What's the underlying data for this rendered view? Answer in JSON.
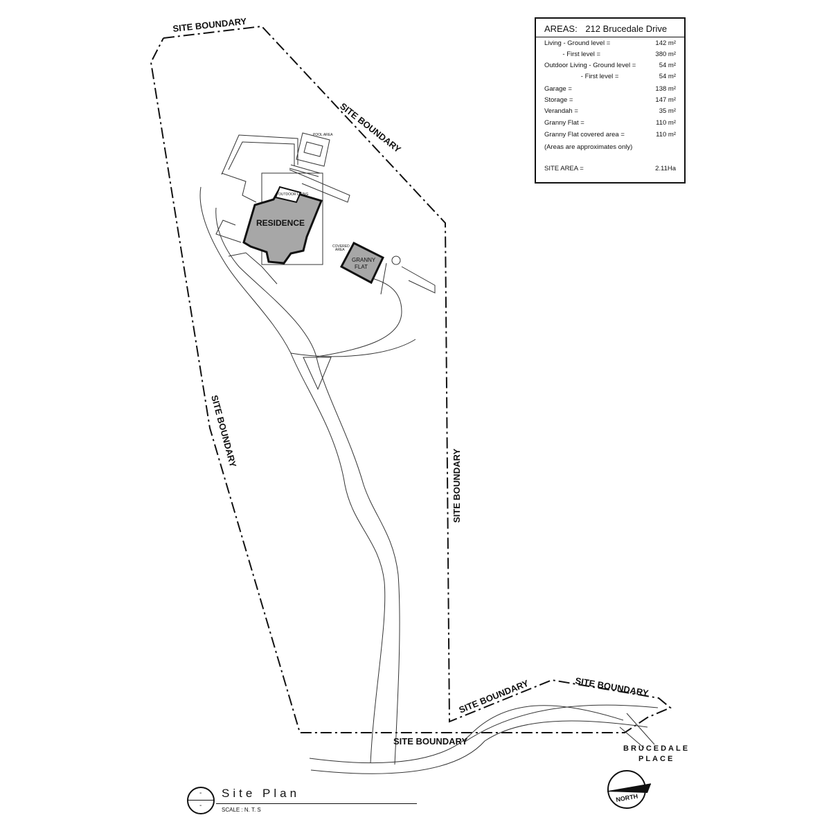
{
  "plan": {
    "boundary_label": "SITE BOUNDARY",
    "residence": "RESIDENCE",
    "outdoor_living": "OUTDOOR LIVING",
    "pool_area": "POOL AREA",
    "granny_flat": [
      "GRANNY",
      "FLAT"
    ],
    "covered_area": [
      "COVERED",
      "AREA"
    ],
    "street": [
      "BRUCEDALE",
      "PLACE"
    ],
    "north": "NORTH"
  },
  "areas_table": {
    "heading": "AREAS:",
    "address": "212 Brucedale Drive",
    "rows": [
      {
        "label": "Living - Ground level =",
        "value": "142 m²"
      },
      {
        "label": "          - First level =",
        "value": "380 m²"
      },
      {
        "label": "Outdoor Living - Ground level =",
        "value": "54 m²"
      },
      {
        "label": "                    - First level =",
        "value": "54 m²"
      },
      {
        "label": "Garage =",
        "value": "138 m²"
      },
      {
        "label": "Storage =",
        "value": "147 m²"
      },
      {
        "label": "Verandah =",
        "value": "35 m²"
      },
      {
        "label": "Granny Flat =",
        "value": "110 m²"
      },
      {
        "label": "Granny Flat covered area =",
        "value": "110 m²"
      }
    ],
    "note": "(Areas are approximates only)",
    "site_area_label": "SITE AREA =",
    "site_area_value": "2.11Ha"
  },
  "title_block": {
    "name": "Site  Plan",
    "scale": "SCALE : N. T. S",
    "detail_top": "-",
    "detail_bottom": "-"
  }
}
